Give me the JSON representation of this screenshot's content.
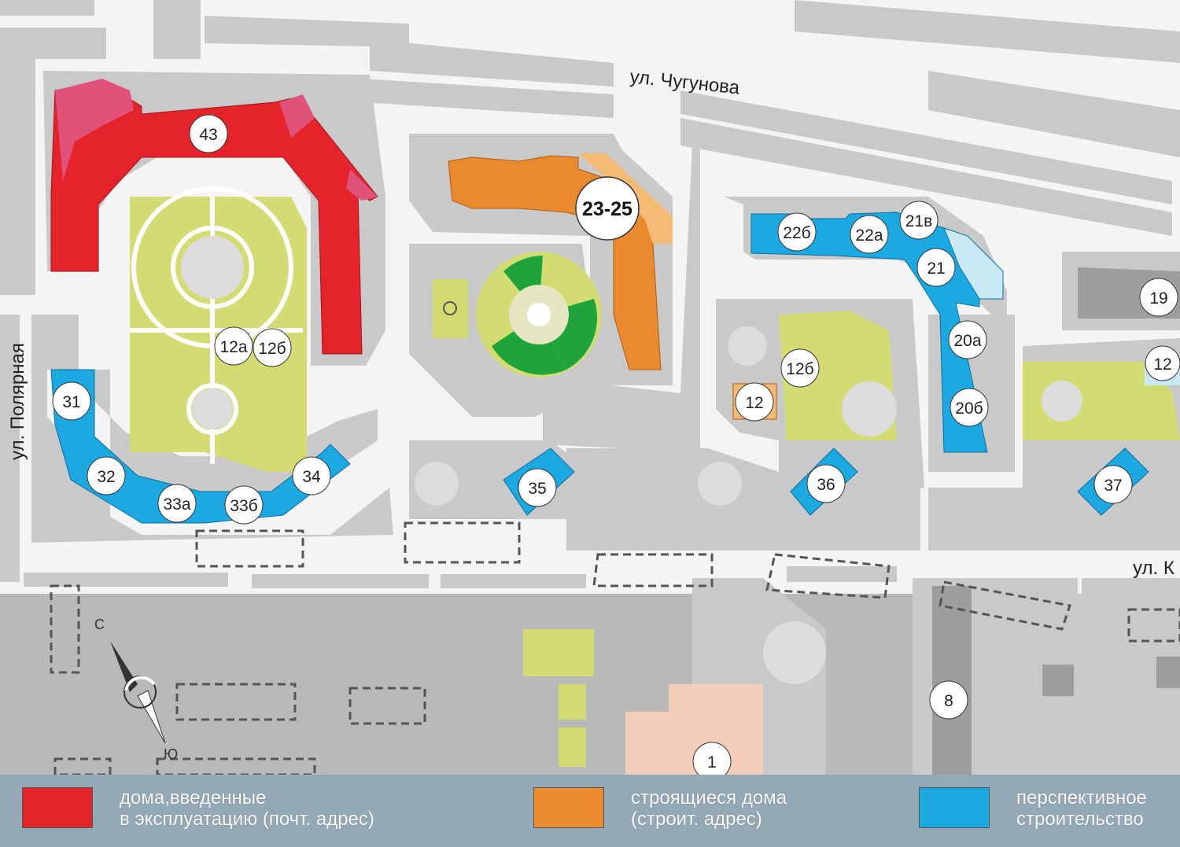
{
  "streets": {
    "top": "ул.  Чугунова",
    "left": "ул.  Полярная",
    "right": "ул. К"
  },
  "compass": {
    "north": "С",
    "south": "Ю"
  },
  "buildings": {
    "b43": "43",
    "b23_25": "23-25",
    "b22b": "22б",
    "b22a": "22а",
    "b21v": "21в",
    "b21": "21",
    "b20a": "20а",
    "b20b": "20б",
    "b19": "19",
    "b12_right": "12",
    "b12a": "12а",
    "b12b_left": "12б",
    "b12b_mid": "12б",
    "b12_mid": "12",
    "b31": "31",
    "b32": "32",
    "b33a": "33а",
    "b33b": "33б",
    "b34": "34",
    "b35": "35",
    "b36": "36",
    "b37": "37",
    "b8": "8",
    "b1": "1"
  },
  "legend": {
    "items": [
      {
        "line1": "дома,введенные",
        "line2": "в эксплуатацию (почт. адрес)",
        "color": "#e4232b"
      },
      {
        "line1": "строящиеся дома",
        "line2": "(строит. адрес)",
        "color": "#ea8a2e"
      },
      {
        "line1": "перспективное",
        "line2": "строительство",
        "color": "#1ca9e1"
      }
    ]
  },
  "colors": {
    "built": "#e4232b",
    "built_accent": "#e0527a",
    "under_construction": "#ea8a2e",
    "under_construction_light": "#f3bb76",
    "planned": "#1ca9e1",
    "planned_light": "#c8e8f4",
    "park": "#d3dc73",
    "green": "#1fa33b",
    "block": "#c9c9c9",
    "road": "#f4f4f4",
    "lower_area": "#b9b9b9"
  }
}
